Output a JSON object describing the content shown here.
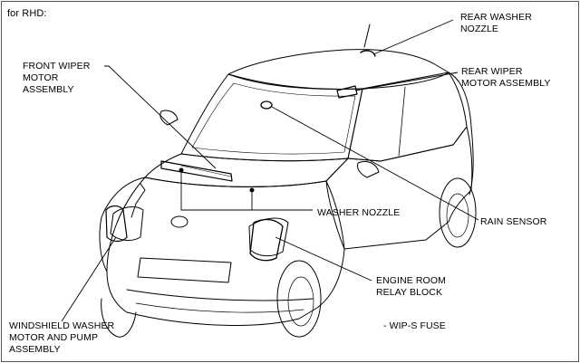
{
  "header": {
    "title": "for RHD:"
  },
  "callouts": {
    "rear_washer_nozzle": [
      "REAR WASHER",
      "NOZZLE"
    ],
    "rear_wiper_motor": [
      "REAR WIPER",
      "MOTOR ASSEMBLY"
    ],
    "front_wiper_motor": [
      "FRONT WIPER",
      "MOTOR",
      "ASSEMBLY"
    ],
    "washer_nozzle": [
      "WASHER NOZZLE"
    ],
    "rain_sensor": [
      "RAIN SENSOR"
    ],
    "engine_room_relay_block": [
      "ENGINE ROOM",
      "RELAY BLOCK"
    ],
    "wip_s_fuse": [
      "- WIP-S FUSE"
    ],
    "windshield_washer_motor": [
      "WINDSHIELD WASHER",
      "MOTOR AND PUMP",
      "ASSEMBLY"
    ]
  },
  "colors": {
    "line": "#000000",
    "frame": "#555555",
    "background": "#ffffff"
  }
}
